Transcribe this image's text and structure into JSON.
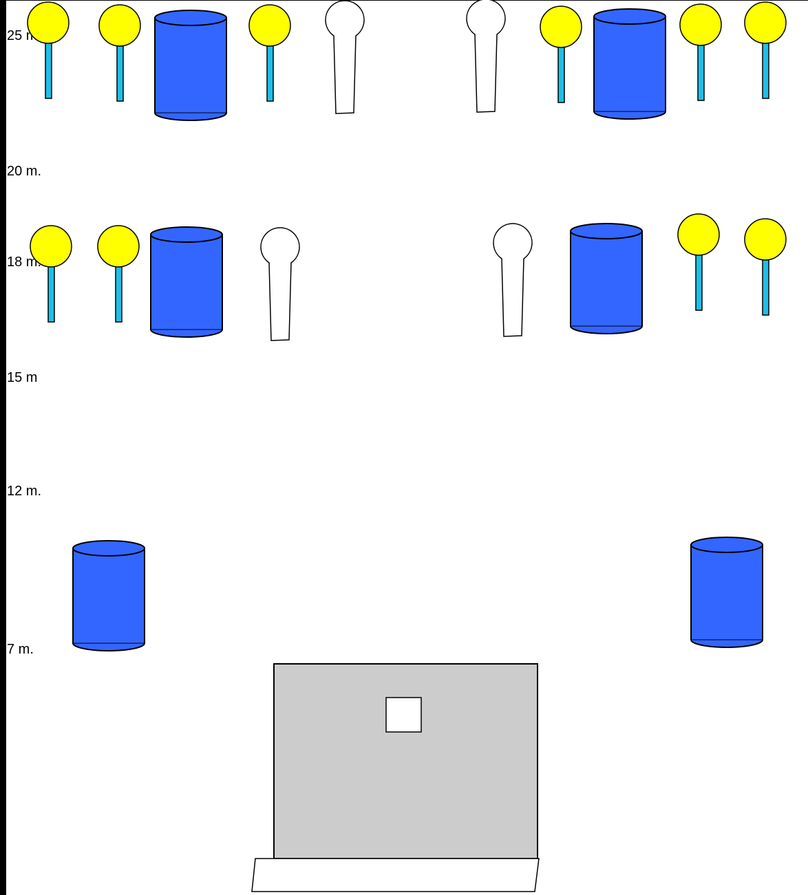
{
  "colors": {
    "background": "#ffffff",
    "left_border": "#000000",
    "top_border": "#000000",
    "barrel_fill": "#3366ff",
    "barrel_stroke": "#000000",
    "pole_head_fill": "#ffff00",
    "pole_stick_fill": "#1fbfe8",
    "cone_fill": "#ffffff",
    "platform_fill": "#cccccc",
    "platform_window_fill": "#ffffff",
    "platform_base_fill": "#ffffff"
  },
  "distance_labels": [
    {
      "text": "25 m."
    },
    {
      "text": "20 m."
    },
    {
      "text": "18 m."
    },
    {
      "text": "15 m"
    },
    {
      "text": "12 m."
    },
    {
      "text": "7 m."
    }
  ],
  "icons": {
    "pole": "yellow-ball-pole-icon",
    "barrel": "blue-barrel-icon",
    "cone": "white-cone-icon",
    "platform": "launch-platform-icon"
  }
}
